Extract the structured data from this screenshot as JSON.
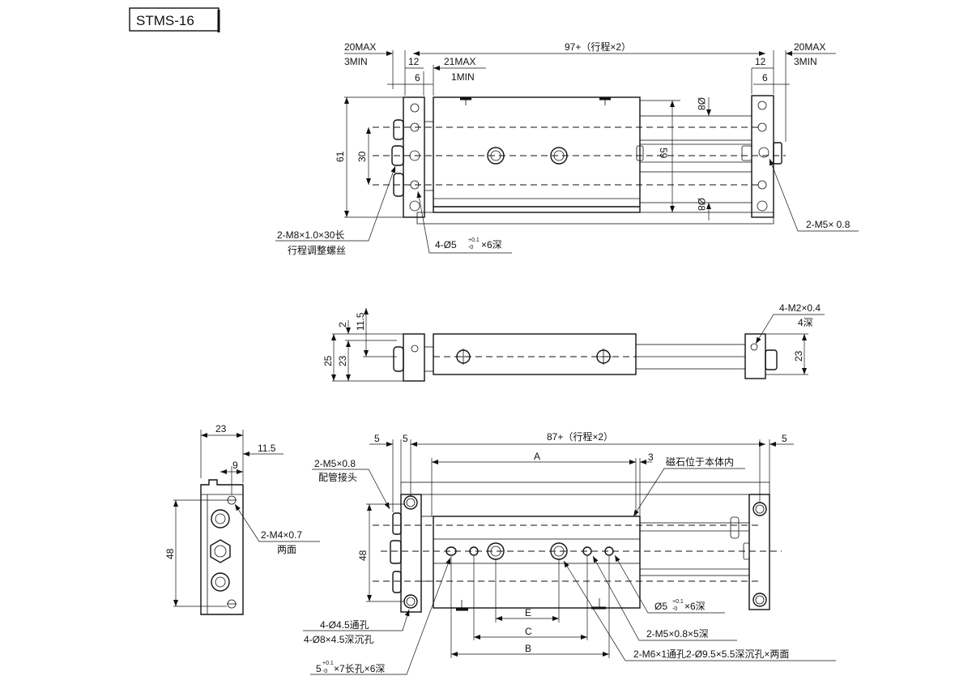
{
  "title": "STMS-16",
  "top_view": {
    "dim_97": "97+（行程×2）",
    "left_20max": "20MAX",
    "left_3min": "3MIN",
    "left_12": "12",
    "left_6": "6",
    "dim_21max": "21MAX",
    "dim_1min": "1MIN",
    "right_20max": "20MAX",
    "right_3min": "3MIN",
    "right_12": "12",
    "right_6": "6",
    "dim_61": "61",
    "dim_30": "30",
    "dim_59": "59",
    "dia8_top": "Ø8",
    "dia8_bottom": "Ø8",
    "note_m8": "2-M8×1.0×30长",
    "note_m8_sub": "行程调整螺丝",
    "note_hole": "4-Ø5",
    "note_hole_tol_upper": "+0.1",
    "note_hole_tol_lower": "-0",
    "note_hole_depth": "×6深",
    "note_m5": "2-M5× 0.8"
  },
  "side_view": {
    "dim_2": "2",
    "dim_11_5": "11.5",
    "dim_25": "25",
    "dim_23_left": "23",
    "dim_23_right": "23",
    "note_m2": "4-M2×0.4",
    "note_m2_depth": "4深"
  },
  "end_view": {
    "dim_23": "23",
    "dim_11_5": "11.5",
    "dim_9": "9",
    "dim_48": "48",
    "note_m4": "2-M4×0.7",
    "note_m4_sub": "两面"
  },
  "bottom_view": {
    "dim_87": "87+（行程×2）",
    "dim_5_a": "5",
    "dim_5_b": "5",
    "dim_5_right": "5",
    "dim_A": "A",
    "dim_3": "3",
    "note_magnet": "磁石位于本体内",
    "note_port": "2-M5×0.8",
    "note_port_sub": "配管接头",
    "dim_48": "48",
    "dim_E": "E",
    "dim_C": "C",
    "dim_B": "B",
    "note_through": "4-Ø4.5通孔",
    "note_counterbore": "4-Ø8×4.5深沉孔",
    "note_slot_base": "5",
    "note_slot_tol_upper": "+0.1",
    "note_slot_tol_lower": "-0",
    "note_slot_rest": "×7长孔×6深",
    "note_pin": "Ø5",
    "note_pin_tol_upper": "+0.1",
    "note_pin_tol_lower": "-0",
    "note_pin_depth": "×6深",
    "note_m5": "2-M5×0.8×5深",
    "note_m6": "2-M6×1通孔2-Ø9.5×5.5深沉孔×两面"
  },
  "colors": {
    "line": "#111111",
    "background": "#ffffff"
  }
}
